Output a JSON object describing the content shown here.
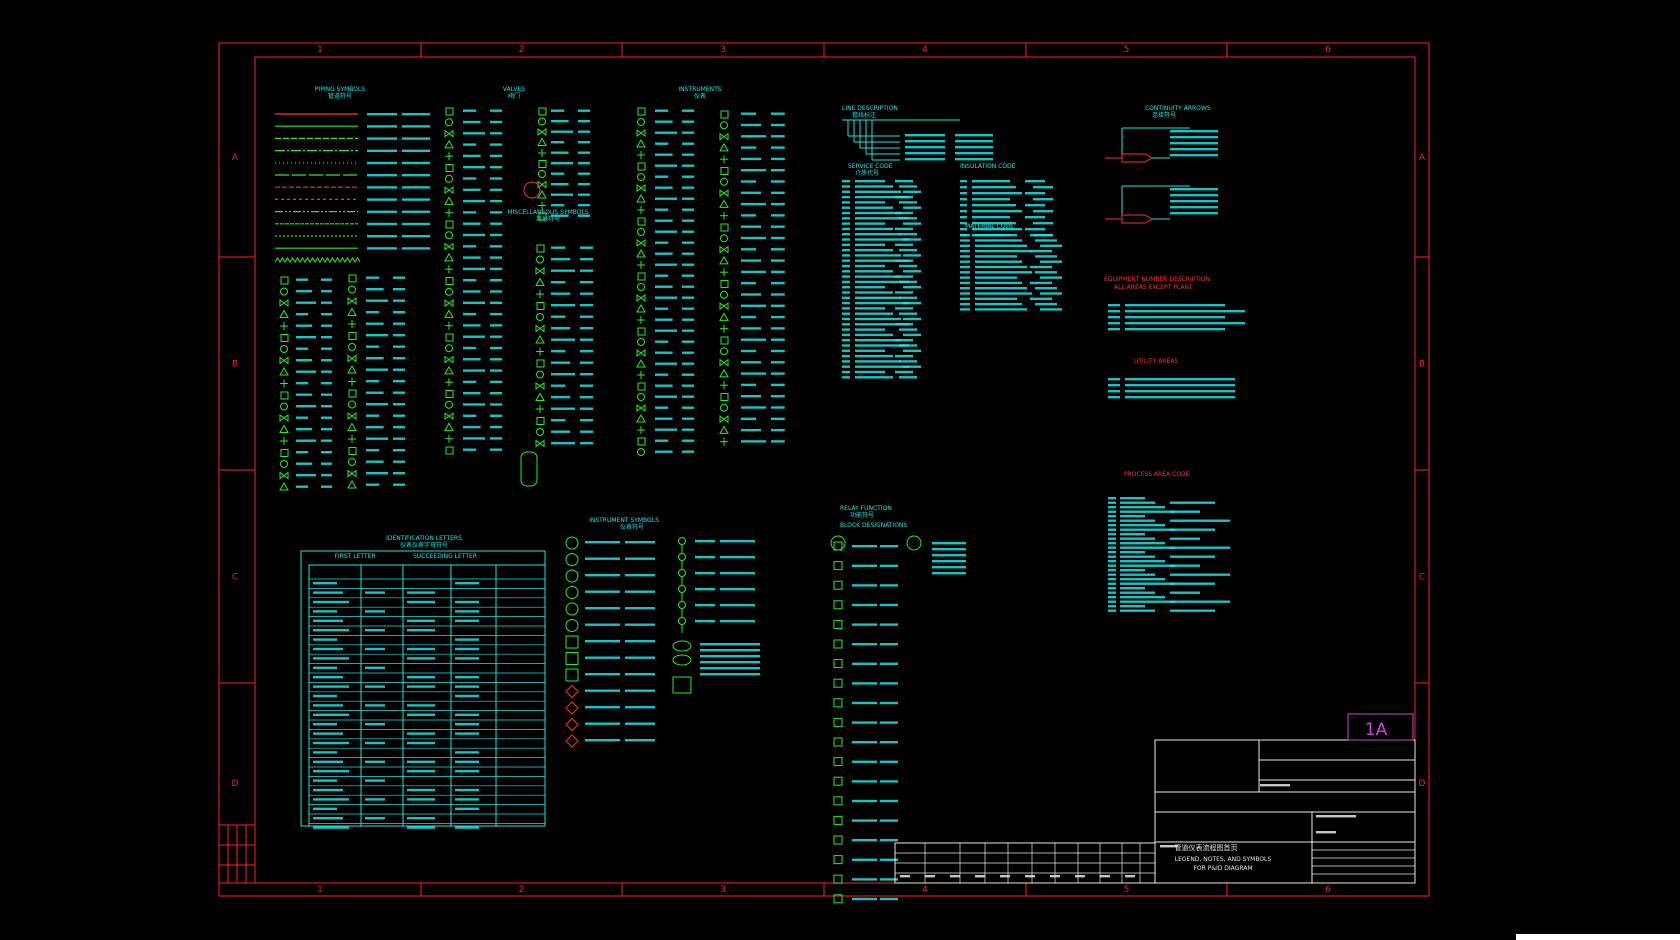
{
  "colors": {
    "background": "#000000",
    "frame": "#ff2020",
    "symbol": "#22ee22",
    "text": "#19e6e6",
    "highlight": "#ff3030",
    "revision": "#d040e0",
    "title_block": "#e8e8e8"
  },
  "frame": {
    "columns": [
      "1",
      "2",
      "3",
      "4",
      "5",
      "6"
    ],
    "rows": [
      "A",
      "B",
      "C",
      "D"
    ]
  },
  "sections": {
    "piping_symbols": {
      "title": "PIPING SYMBOLS",
      "subtitle": "管道符号"
    },
    "valves": {
      "title": "VALVES",
      "subtitle": "阀门"
    },
    "instruments": {
      "title": "INSTRUMENTS",
      "subtitle": "仪表"
    },
    "miscellaneous": {
      "title": "MISCELLANEOUS SYMBOLS",
      "subtitle": "其他符号"
    },
    "line_description": {
      "title": "LINE DESCRIPTION",
      "subtitle": "管线标注"
    },
    "service_code": {
      "title": "SERVICE CODE",
      "subtitle": "介质代号"
    },
    "insulation_code": {
      "title": "INSULATION CODE"
    },
    "material_code": {
      "title": "MATERIAL CODE"
    },
    "continuity_arrows": {
      "title": "CONTINUITY ARROWS",
      "subtitle": "连接符号"
    },
    "equipment_number": {
      "title": "EQUIPMENT NUMBER DESCRIPTION",
      "subtitle": "ALL AREAS EXCEPT PLANT"
    },
    "utility_area": {
      "title": "UTILITY AREAS"
    },
    "process_area": {
      "title": "PROCESS AREA CODE"
    },
    "identification": {
      "title": "IDENTIFICATION LETTERS",
      "subtitle": "仪表仪表字母符号"
    },
    "instrument_symbols": {
      "title": "INSTRUMENT SYMBOLS",
      "subtitle": "仪表符号"
    },
    "relay_function": {
      "title": "RELAY FUNCTION",
      "subtitle": "功能符号"
    },
    "block_designations": {
      "title": "BLOCK DESIGNATIONS"
    }
  },
  "id_table": {
    "first_letter": "FIRST LETTER",
    "succeeding": "SUCCEEDING LETTER"
  },
  "title_block": {
    "revision": "1A",
    "drawing_title_cn": "管道仪表流程图首页",
    "drawing_title_1": "LEGEND, NOTES, AND SYMBOLS",
    "drawing_title_2": "FOR P&ID DIAGRAM"
  }
}
